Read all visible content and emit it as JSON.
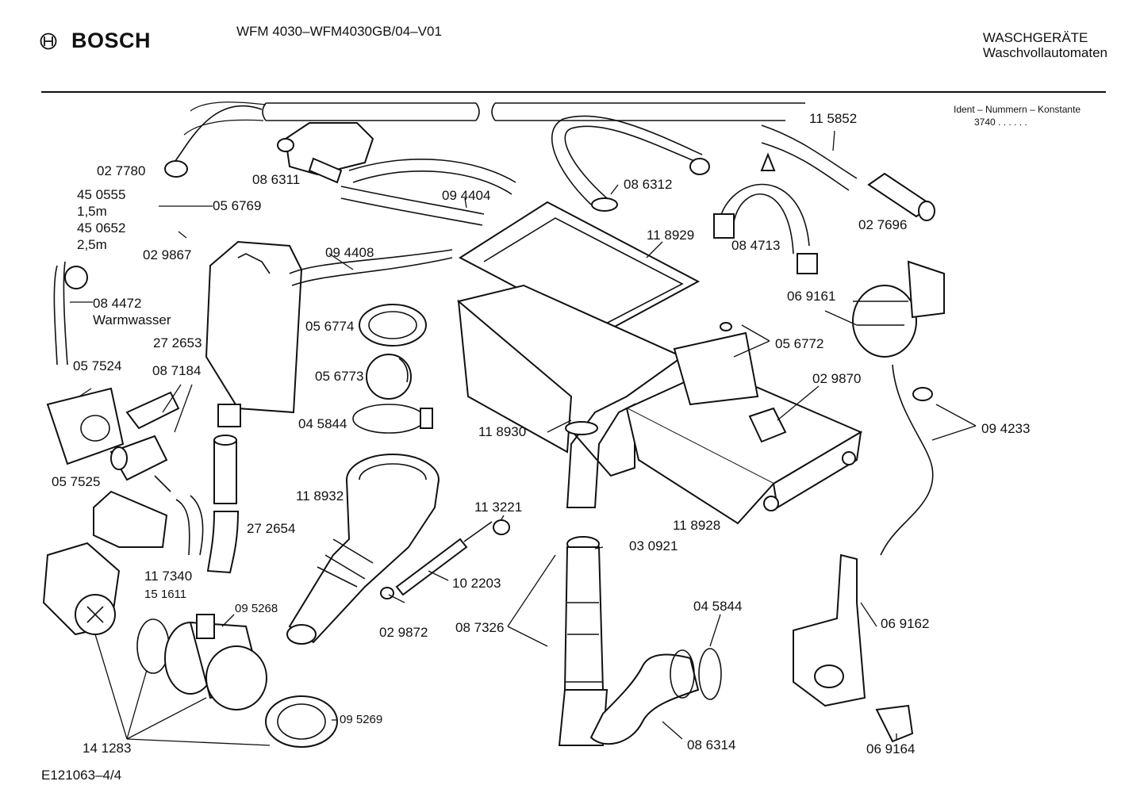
{
  "header": {
    "brand": "BOSCH",
    "model": "WFM 4030–WFM4030GB/04–V01",
    "category_line1": "WASCHGERÄTE",
    "category_line2": "Waschvollautomaten"
  },
  "ident": {
    "title": "Ident – Nummern – Konstante",
    "code": "3740 . . . . . ."
  },
  "footer": {
    "doc_id": "E121063–4/4"
  },
  "parts": [
    {
      "id": "lbl-027780",
      "text": "02 7780"
    },
    {
      "id": "lbl-450555",
      "text": "45 0555"
    },
    {
      "id": "lbl-15m",
      "text": "1,5m"
    },
    {
      "id": "lbl-450652",
      "text": "45 0652"
    },
    {
      "id": "lbl-25m",
      "text": "2,5m"
    },
    {
      "id": "lbl-056769",
      "text": "05 6769"
    },
    {
      "id": "lbl-029867",
      "text": "02 9867"
    },
    {
      "id": "lbl-084472",
      "text": "08 4472"
    },
    {
      "id": "lbl-warm",
      "text": "Warmwasser"
    },
    {
      "id": "lbl-086311",
      "text": "08 6311"
    },
    {
      "id": "lbl-094404",
      "text": "09 4404"
    },
    {
      "id": "lbl-086312",
      "text": "08 6312"
    },
    {
      "id": "lbl-115852",
      "text": "11 5852"
    },
    {
      "id": "lbl-084713",
      "text": "08 4713"
    },
    {
      "id": "lbl-027696",
      "text": "02 7696"
    },
    {
      "id": "lbl-094408",
      "text": "09 4408"
    },
    {
      "id": "lbl-118929",
      "text": "11 8929"
    },
    {
      "id": "lbl-272653",
      "text": "27 2653"
    },
    {
      "id": "lbl-056774",
      "text": "05 6774"
    },
    {
      "id": "lbl-056773",
      "text": "05 6773"
    },
    {
      "id": "lbl-045844a",
      "text": "04 5844"
    },
    {
      "id": "lbl-057524",
      "text": "05 7524"
    },
    {
      "id": "lbl-087184",
      "text": "08 7184"
    },
    {
      "id": "lbl-057525",
      "text": "05 7525"
    },
    {
      "id": "lbl-118930",
      "text": "11 8930"
    },
    {
      "id": "lbl-118932",
      "text": "11 8932"
    },
    {
      "id": "lbl-272654",
      "text": "27 2654"
    },
    {
      "id": "lbl-113221",
      "text": "11 3221"
    },
    {
      "id": "lbl-069161",
      "text": "06 9161"
    },
    {
      "id": "lbl-056772",
      "text": "05 6772"
    },
    {
      "id": "lbl-029870",
      "text": "02 9870"
    },
    {
      "id": "lbl-094233",
      "text": "09 4233"
    },
    {
      "id": "lbl-118928",
      "text": "11 8928"
    },
    {
      "id": "lbl-030921",
      "text": "03 0921"
    },
    {
      "id": "lbl-117340",
      "text": "11 7340"
    },
    {
      "id": "lbl-151611",
      "text": "15 1611"
    },
    {
      "id": "lbl-095268",
      "text": "09 5268"
    },
    {
      "id": "lbl-102203",
      "text": "10 2203"
    },
    {
      "id": "lbl-029872",
      "text": "02 9872"
    },
    {
      "id": "lbl-087326",
      "text": "08 7326"
    },
    {
      "id": "lbl-045844b",
      "text": "04 5844"
    },
    {
      "id": "lbl-069162",
      "text": "06 9162"
    },
    {
      "id": "lbl-095269",
      "text": "09 5269"
    },
    {
      "id": "lbl-086314",
      "text": "08 6314"
    },
    {
      "id": "lbl-069164",
      "text": "06 9164"
    },
    {
      "id": "lbl-141283",
      "text": "14 1283"
    }
  ]
}
